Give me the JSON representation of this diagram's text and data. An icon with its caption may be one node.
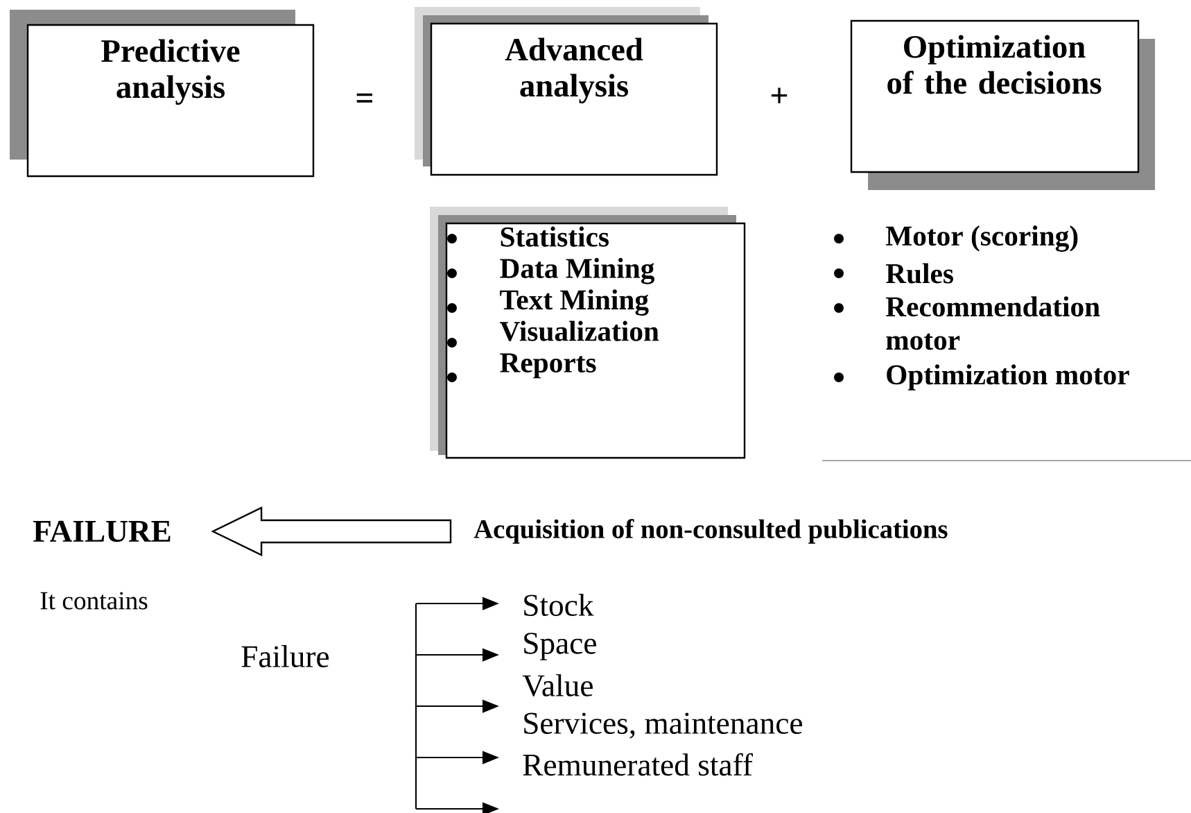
{
  "diagram": {
    "nodes": [
      {
        "text": [
          "Predictive analysis"
        ]
      },
      {
        "text": [
          "Advanced analysis"
        ]
      },
      {
        "text": [
          "Optimization of the decisions"
        ]
      },
      {
        "text": [
          "Statistics",
          "Data Mining",
          "Text Mining",
          "Visualization",
          "Reports"
        ]
      },
      {
        "text": [
          "FAILURE"
        ]
      },
      {
        "text": [
          "Acquisition of non-consulted publications"
        ]
      }
    ],
    "edges": [
      {
        "from": 5,
        "to": 4,
        "arrow": "to"
      }
    ],
    "labels": [
      "=",
      "+",
      "Motor (scoring)",
      "Rules",
      "Recommendation motor",
      "Optimization motor",
      "It contains",
      "Failure",
      "Stock",
      "Space",
      "Value",
      "Services, maintenance",
      "Remunerated staff"
    ]
  }
}
